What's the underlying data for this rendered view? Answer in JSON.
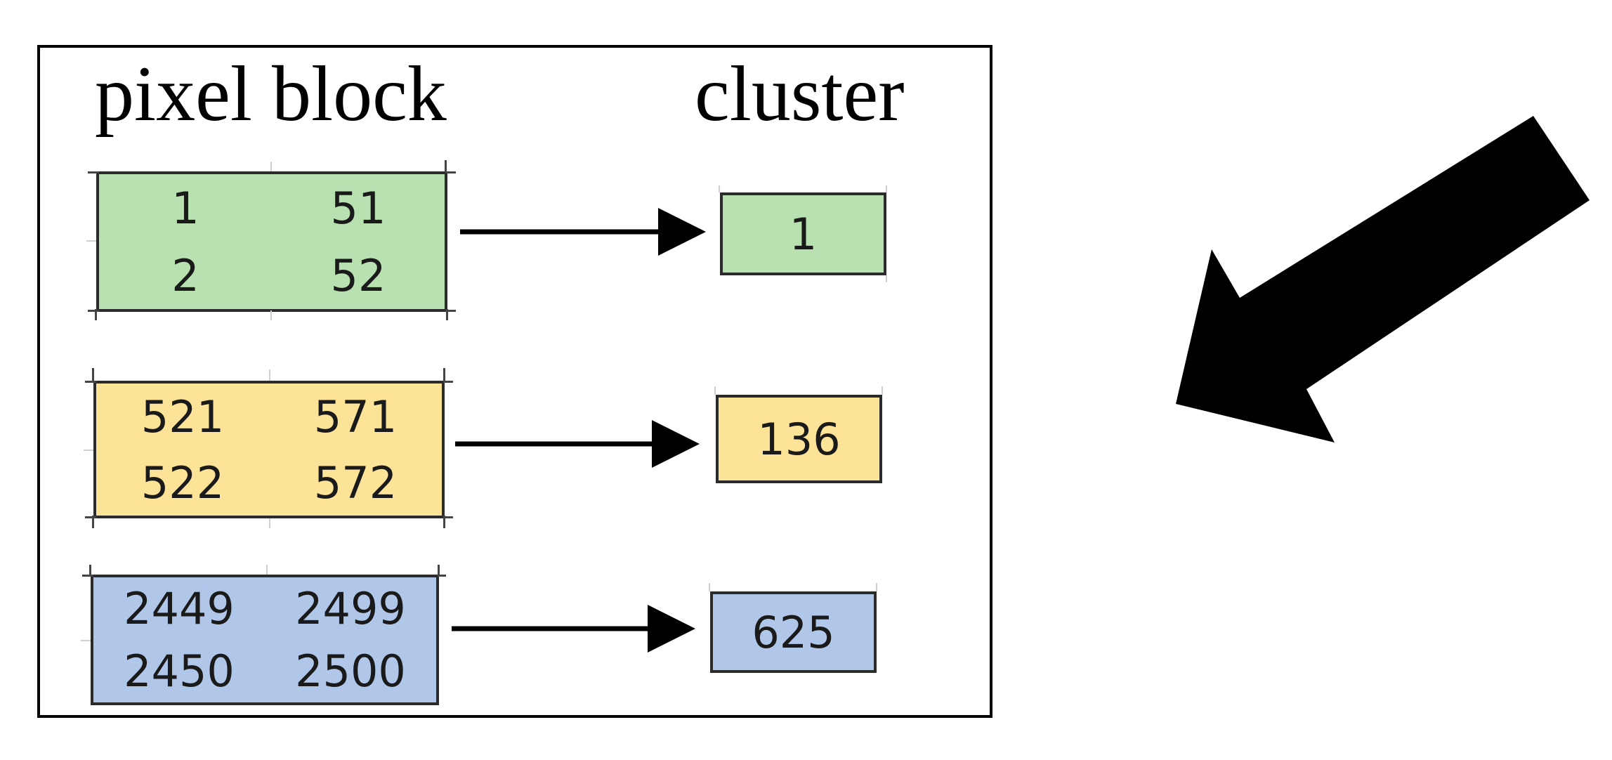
{
  "headers": {
    "left": "pixel block",
    "right": "cluster"
  },
  "rows": [
    {
      "block": [
        "1",
        "51",
        "2",
        "52"
      ],
      "cluster": "1",
      "color": "#b9e0b0"
    },
    {
      "block": [
        "521",
        "571",
        "522",
        "572"
      ],
      "cluster": "136",
      "color": "#fde398"
    },
    {
      "block": [
        "2449",
        "2499",
        "2450",
        "2500"
      ],
      "cluster": "625",
      "color": "#b0c7e9"
    }
  ]
}
